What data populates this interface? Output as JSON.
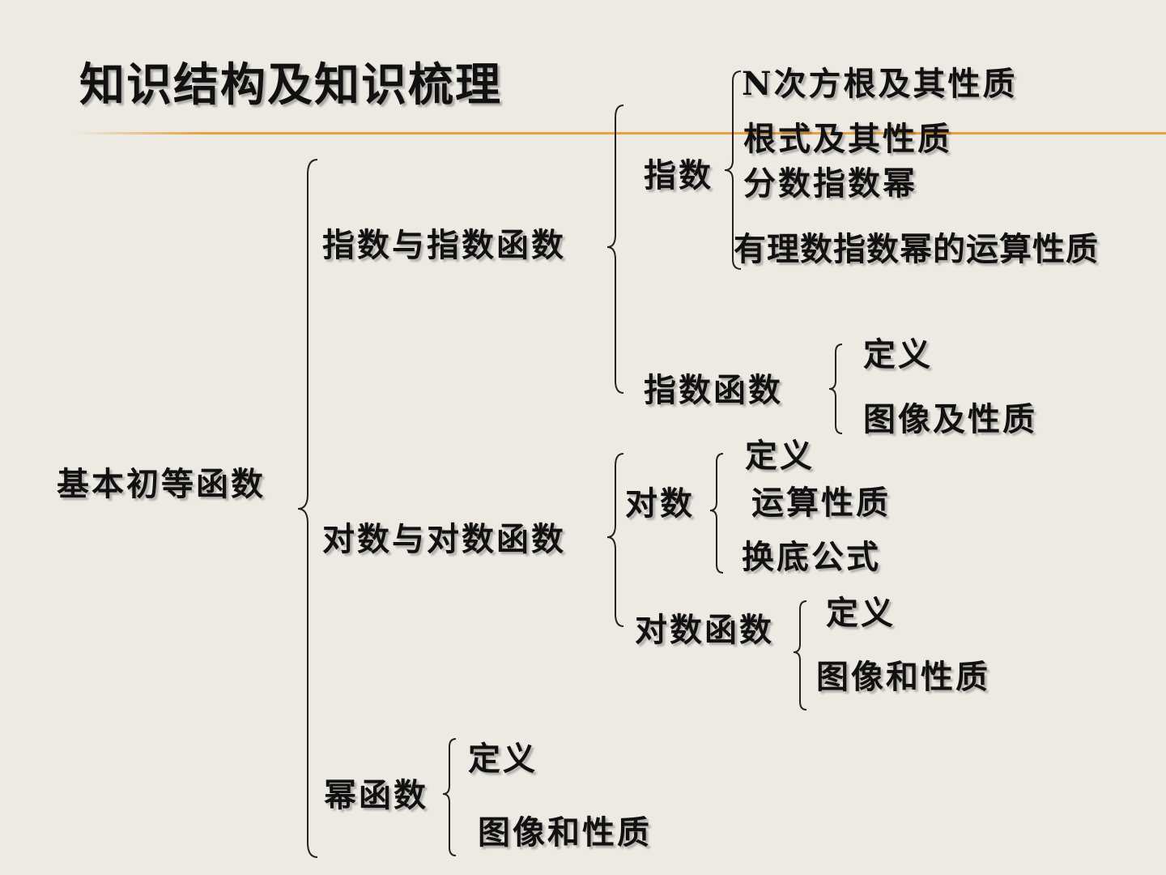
{
  "title": "知识结构及知识梳理",
  "root": "基本初等函数",
  "branches": {
    "exp": {
      "label": "指数与指数函数",
      "index": {
        "label": "指数",
        "items": [
          "N次方根及其性质",
          "根式及其性质",
          "分数指数幂",
          "有理数指数幂的运算性质"
        ]
      },
      "func": {
        "label": "指数函数",
        "items": [
          "定义",
          "图像及性质"
        ]
      }
    },
    "log": {
      "label": "对数与对数函数",
      "logarithm": {
        "label": "对数",
        "items": [
          "定义",
          "运算性质",
          "换底公式"
        ]
      },
      "func": {
        "label": "对数函数",
        "items": [
          "定义",
          "图像和性质"
        ]
      }
    },
    "power": {
      "label": "幂函数",
      "items": [
        "定义",
        "图像和性质"
      ]
    }
  },
  "colors": {
    "background": "#edeae4",
    "accent_line": "#e8a03c",
    "text": "#111111"
  }
}
